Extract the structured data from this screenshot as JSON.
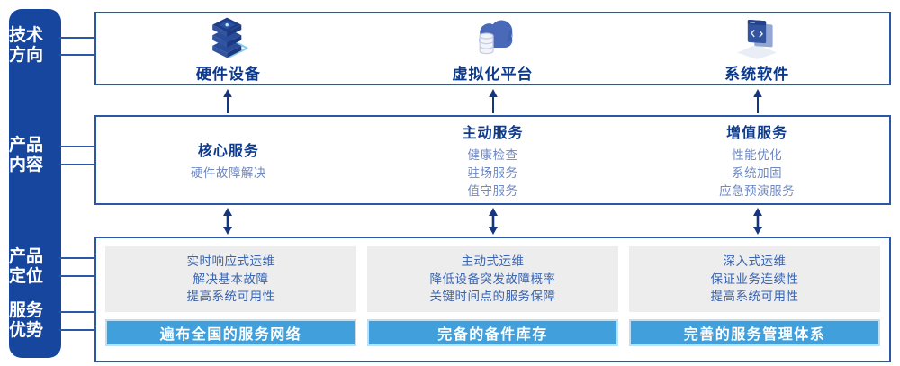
{
  "sidebar": {
    "items": [
      {
        "line1": "技术",
        "line2": "方向"
      },
      {
        "line1": "产品",
        "line2": "内容"
      },
      {
        "line1": "产品",
        "line2": "定位"
      },
      {
        "line1": "服务",
        "line2": "优势"
      }
    ]
  },
  "tech_row": {
    "items": [
      {
        "icon": "server-stack-icon",
        "label": "硬件设备"
      },
      {
        "icon": "cloud-database-icon",
        "label": "虚拟化平台"
      },
      {
        "icon": "software-window-icon",
        "label": "系统软件"
      }
    ]
  },
  "content_row": {
    "columns": [
      {
        "title": "核心服务",
        "items": [
          "硬件故障解决"
        ]
      },
      {
        "title": "主动服务",
        "items": [
          "健康检查",
          "驻场服务",
          "值守服务"
        ]
      },
      {
        "title": "增值服务",
        "items": [
          "性能优化",
          "系统加固",
          "应急预演服务"
        ]
      }
    ]
  },
  "bottom_row": {
    "columns": [
      {
        "positioning": [
          "实时响应式运维",
          "解决基本故障",
          "提高系统可用性"
        ],
        "advantage": "遍布全国的服务网络"
      },
      {
        "positioning": [
          "主动式运维",
          "降低设备突发故障概率",
          "关键时间点的服务保障"
        ],
        "advantage": "完备的备件库存"
      },
      {
        "positioning": [
          "深入式运维",
          "保证业务连续性",
          "提高系统可用性"
        ],
        "advantage": "完善的服务管理体系"
      }
    ]
  },
  "colors": {
    "sidebar_bg": "#17469E",
    "box_border": "#2B58A6",
    "heading_text": "#0D3A8C",
    "sub_item_text": "#6F88C1",
    "gray_panel_bg": "#EDEDED",
    "gray_panel_text": "#3A64AF",
    "advantage_bar_bg": "#41A0DC",
    "advantage_bar_border": "#BCE0F6",
    "arrow": "#16357F"
  }
}
